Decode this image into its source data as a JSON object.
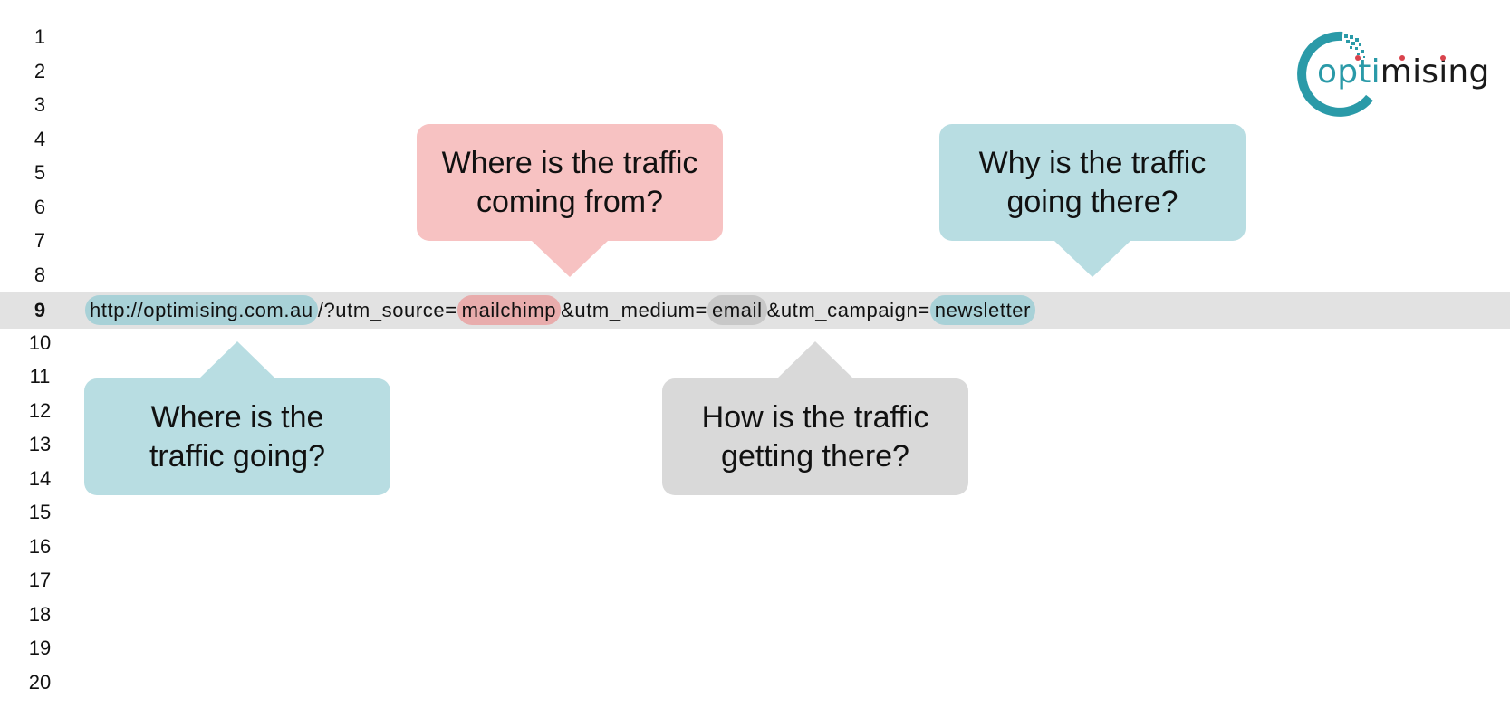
{
  "gutter": {
    "line_numbers": [
      "1",
      "2",
      "3",
      "4",
      "5",
      "6",
      "7",
      "8",
      "9",
      "10",
      "11",
      "12",
      "13",
      "14",
      "15",
      "16",
      "17",
      "18",
      "19",
      "20"
    ],
    "active_line": "9"
  },
  "url": {
    "full": "http://optimising.com.au/?utm_source=mailchimp&utm_medium=email&utm_campaign=newsletter",
    "segments": [
      {
        "text": "http://optimising.com.au",
        "highlight": "#a8d1d7",
        "role": "destination"
      },
      {
        "text": "/?utm_source=",
        "highlight": null
      },
      {
        "text": "mailchimp",
        "highlight": "#e8acac",
        "role": "source"
      },
      {
        "text": "&utm_medium=",
        "highlight": null
      },
      {
        "text": "email",
        "highlight": "#c8c8c8",
        "role": "medium"
      },
      {
        "text": "&utm_campaign=",
        "highlight": null
      },
      {
        "text": "newsletter",
        "highlight": "#a8d1d7",
        "role": "campaign"
      }
    ]
  },
  "callouts": {
    "source": {
      "text": "Where is the traffic\ncoming from?",
      "color": "#f7c2c2"
    },
    "campaign": {
      "text": "Why is the traffic\ngoing there?",
      "color": "#b8dde2"
    },
    "destination": {
      "text": "Where is the\ntraffic going?",
      "color": "#b8dde2"
    },
    "medium": {
      "text": "How is the traffic\ngetting there?",
      "color": "#d9d9d9"
    }
  },
  "logo": {
    "text_accent": "opti",
    "text_main": "mising",
    "accent_color": "#2a9aa8",
    "dot_color": "#d9434c",
    "main_color": "#1a1a1a"
  },
  "colors": {
    "row_highlight": "#e2e2e2",
    "teal_pill": "#a8d1d7",
    "pink_pill": "#e8acac",
    "grey_pill": "#c8c8c8"
  }
}
